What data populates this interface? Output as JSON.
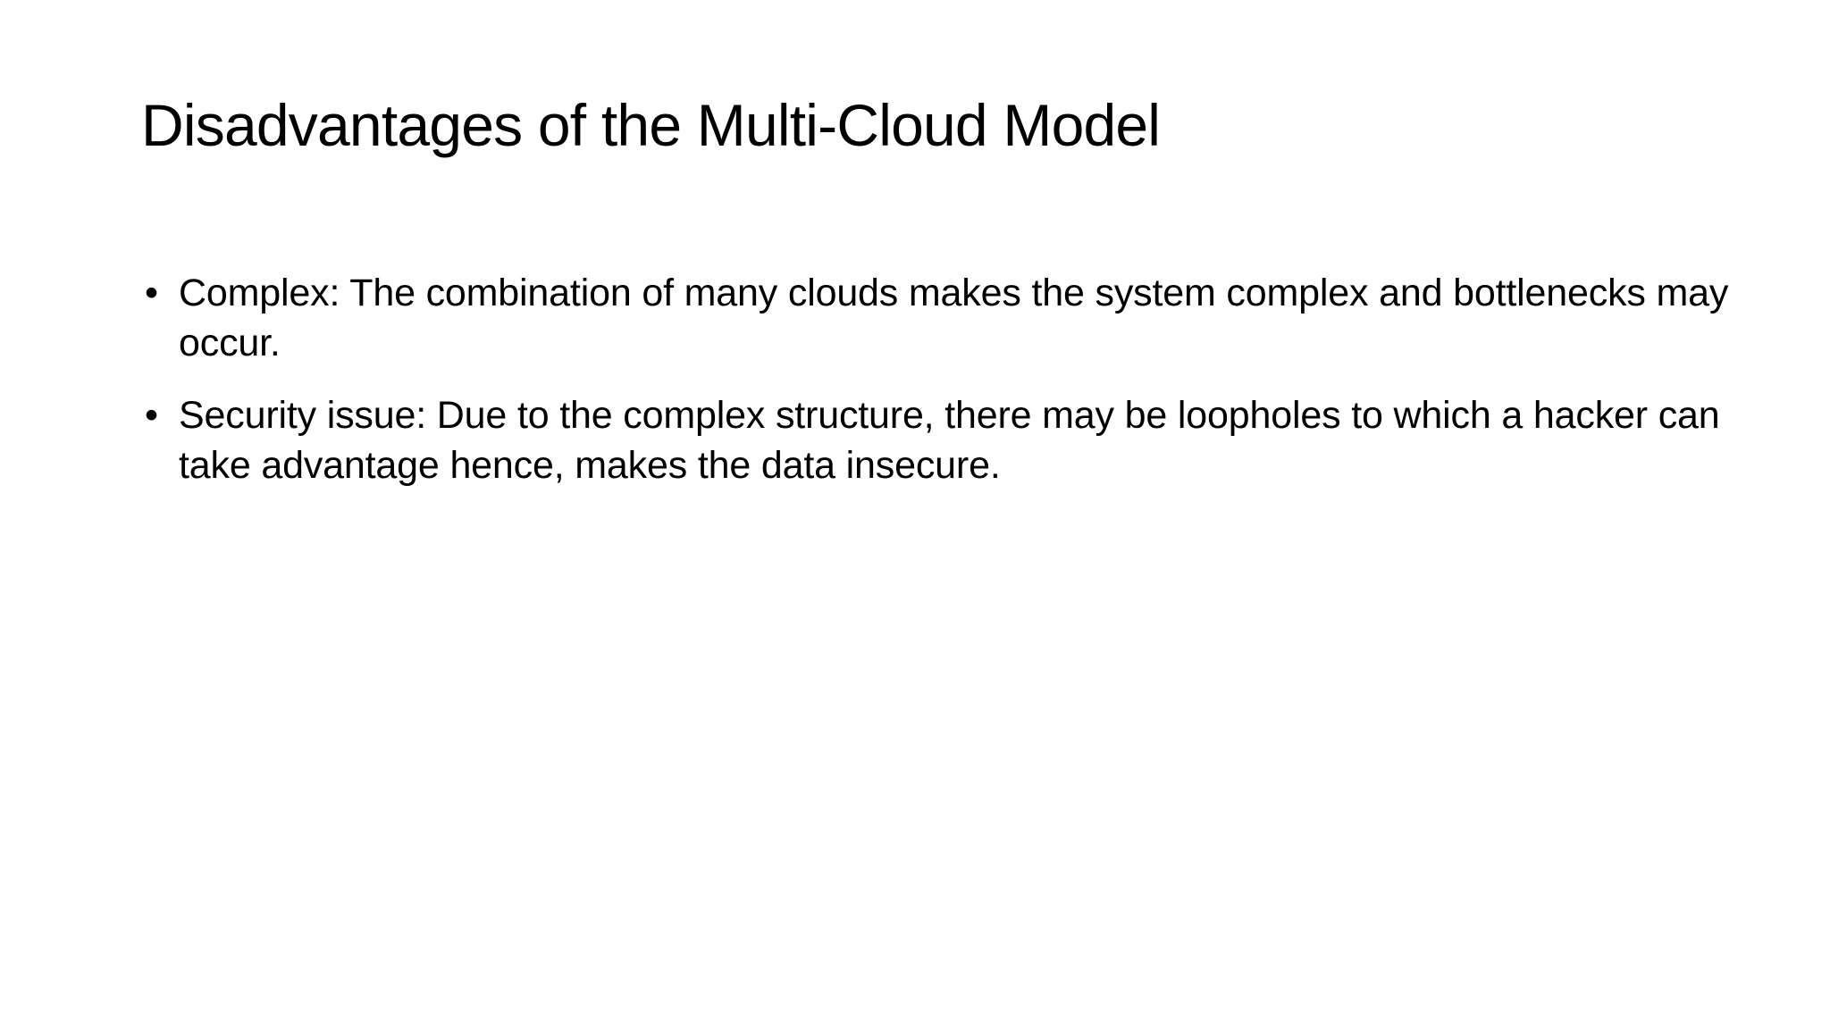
{
  "slide": {
    "background_color": "#ffffff",
    "text_color": "#000000",
    "title": "Disadvantages of the Multi-Cloud Model",
    "bullet_marker": "•",
    "bullets": [
      {
        "text": "Complex: The combination of many clouds makes the system complex and bottlenecks may occur."
      },
      {
        "text": "Security issue: Due to the complex structure, there may be loopholes to which a hacker can take advantage hence, makes the data insecure."
      }
    ]
  }
}
